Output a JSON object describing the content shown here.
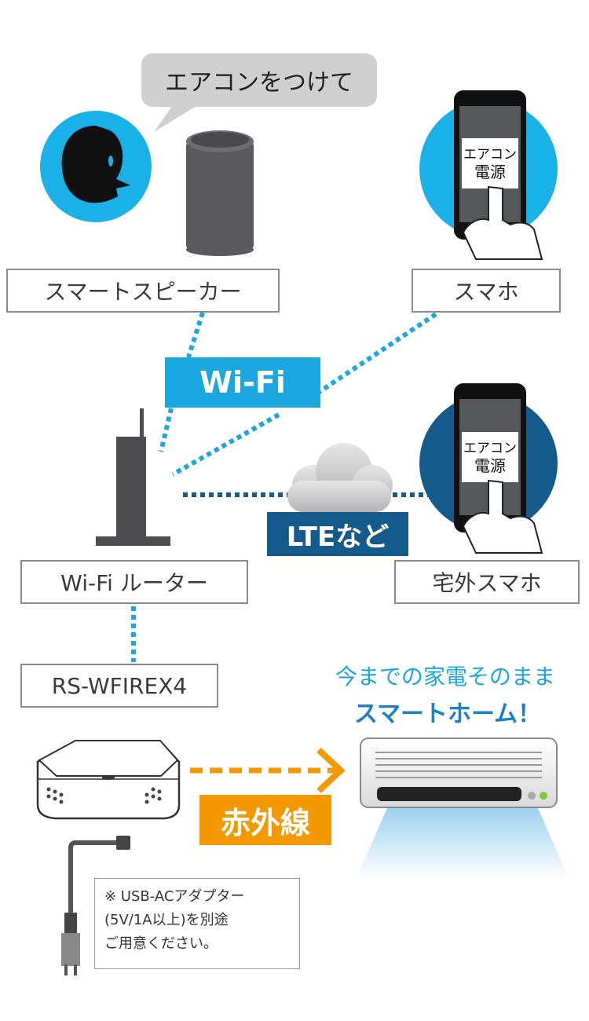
{
  "speech_bubble": {
    "text": "エアコンをつけて"
  },
  "devices": {
    "smart_speaker_label": "スマートスピーカー",
    "smartphone_label": "スマホ",
    "outside_smartphone_label": "宅外スマホ",
    "router_label": "Wi-Fi ルーター",
    "remote_label": "RS-WFIREX4"
  },
  "phone_screen": {
    "line1": "エアコン",
    "line2": "電源"
  },
  "connections": {
    "wifi_tag": "Wi-Fi",
    "lte_tag": "LTEなど",
    "infrared_tag": "赤外線"
  },
  "headline": {
    "line1": "今までの家電そのまま",
    "line2": "スマートホーム！"
  },
  "note": {
    "line1": "※ USB-ACアダプター",
    "line2": "(5V/1A以上)を別途",
    "line3": "ご用意ください。"
  },
  "colors": {
    "wifi_blue": "#1aa7df",
    "lte_navy": "#145a8a",
    "infrared_orange": "#f39800",
    "gray_box": "#8a8a8a",
    "speaker_dark": "#58595b"
  }
}
